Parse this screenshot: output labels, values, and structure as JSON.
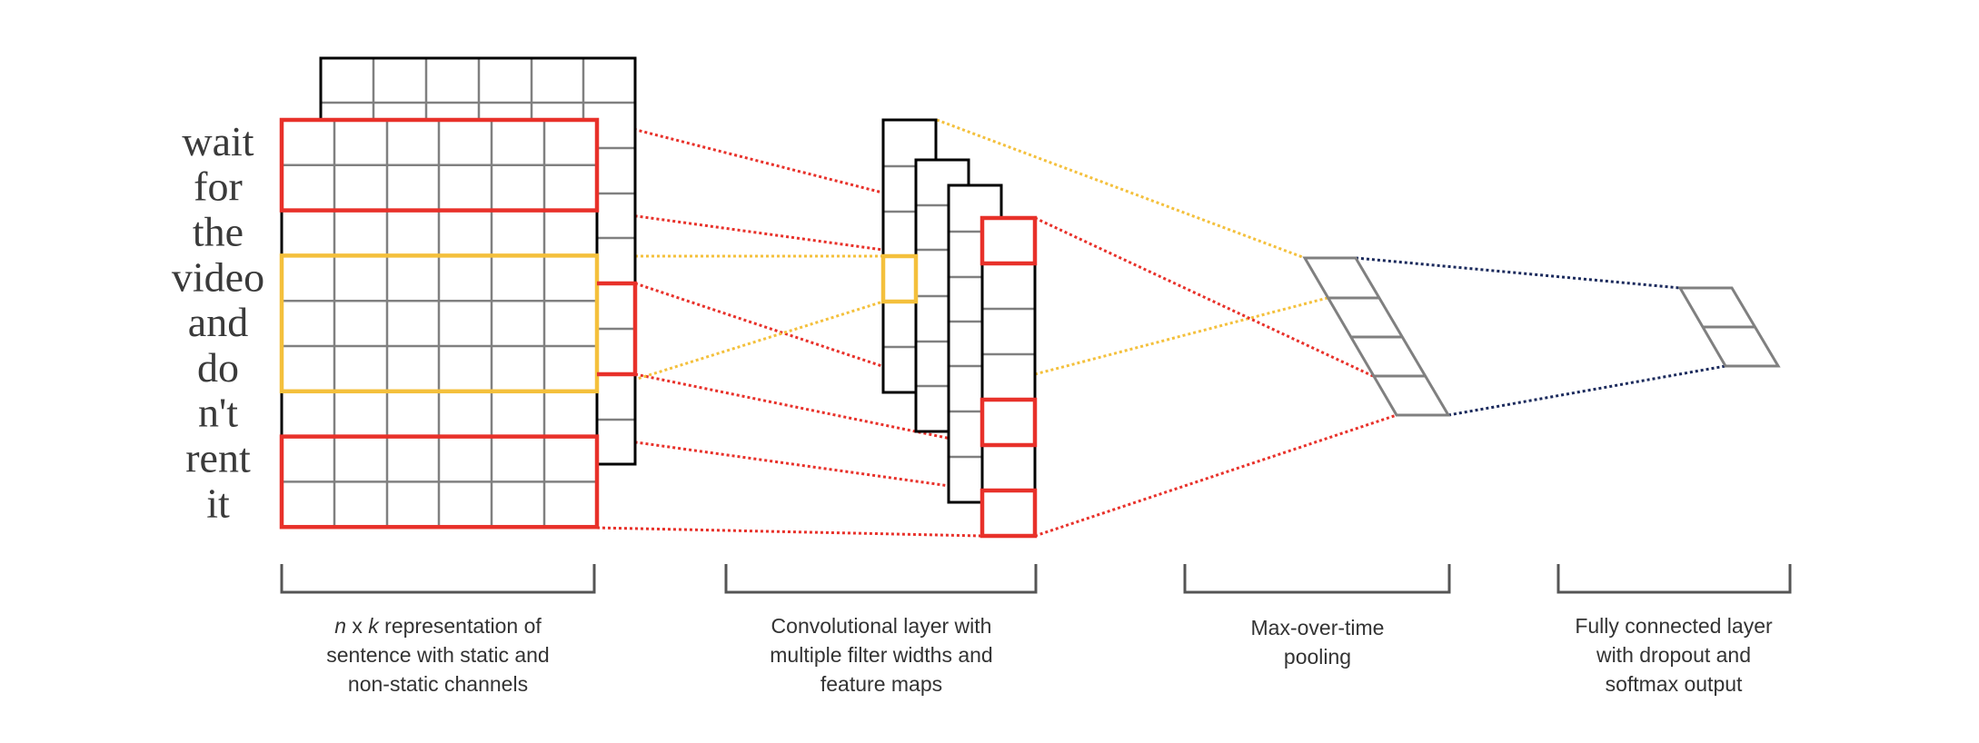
{
  "words": [
    "wait",
    "for",
    "the",
    "video",
    "and",
    "do",
    "n't",
    "rent",
    "it"
  ],
  "captions": [
    {
      "lines": [
        [
          "n",
          " x ",
          "k",
          " representation of"
        ],
        [
          "sentence with static and"
        ],
        [
          "non-static channels"
        ]
      ],
      "italic_parts": [
        0,
        2
      ]
    },
    {
      "lines": [
        [
          "Convolutional layer with"
        ],
        [
          "multiple filter widths and"
        ],
        [
          "feature maps"
        ]
      ]
    },
    {
      "lines": [
        [
          "Max-over-time"
        ],
        [
          "pooling"
        ]
      ]
    },
    {
      "lines": [
        [
          "Fully connected layer"
        ],
        [
          "with dropout and"
        ],
        [
          "softmax output"
        ]
      ]
    }
  ],
  "caption_text": {
    "c1_l1_n": "n",
    "c1_l1_x": " x ",
    "c1_l1_k": "k",
    "c1_l1_rest": " representation of",
    "c1_l2": "sentence with static and",
    "c1_l3": "non-static channels",
    "c2_l1": "Convolutional layer with",
    "c2_l2": "multiple filter widths and",
    "c2_l3": "feature maps",
    "c3_l1": "Max-over-time",
    "c3_l2": "pooling",
    "c4_l1": "Fully connected layer",
    "c4_l2": "with dropout and",
    "c4_l3": "softmax output"
  },
  "colors": {
    "red": "#e8312a",
    "yellow": "#f4c03c",
    "navy": "#1b2a5c",
    "grid": "#808080",
    "frame": "#000000"
  }
}
